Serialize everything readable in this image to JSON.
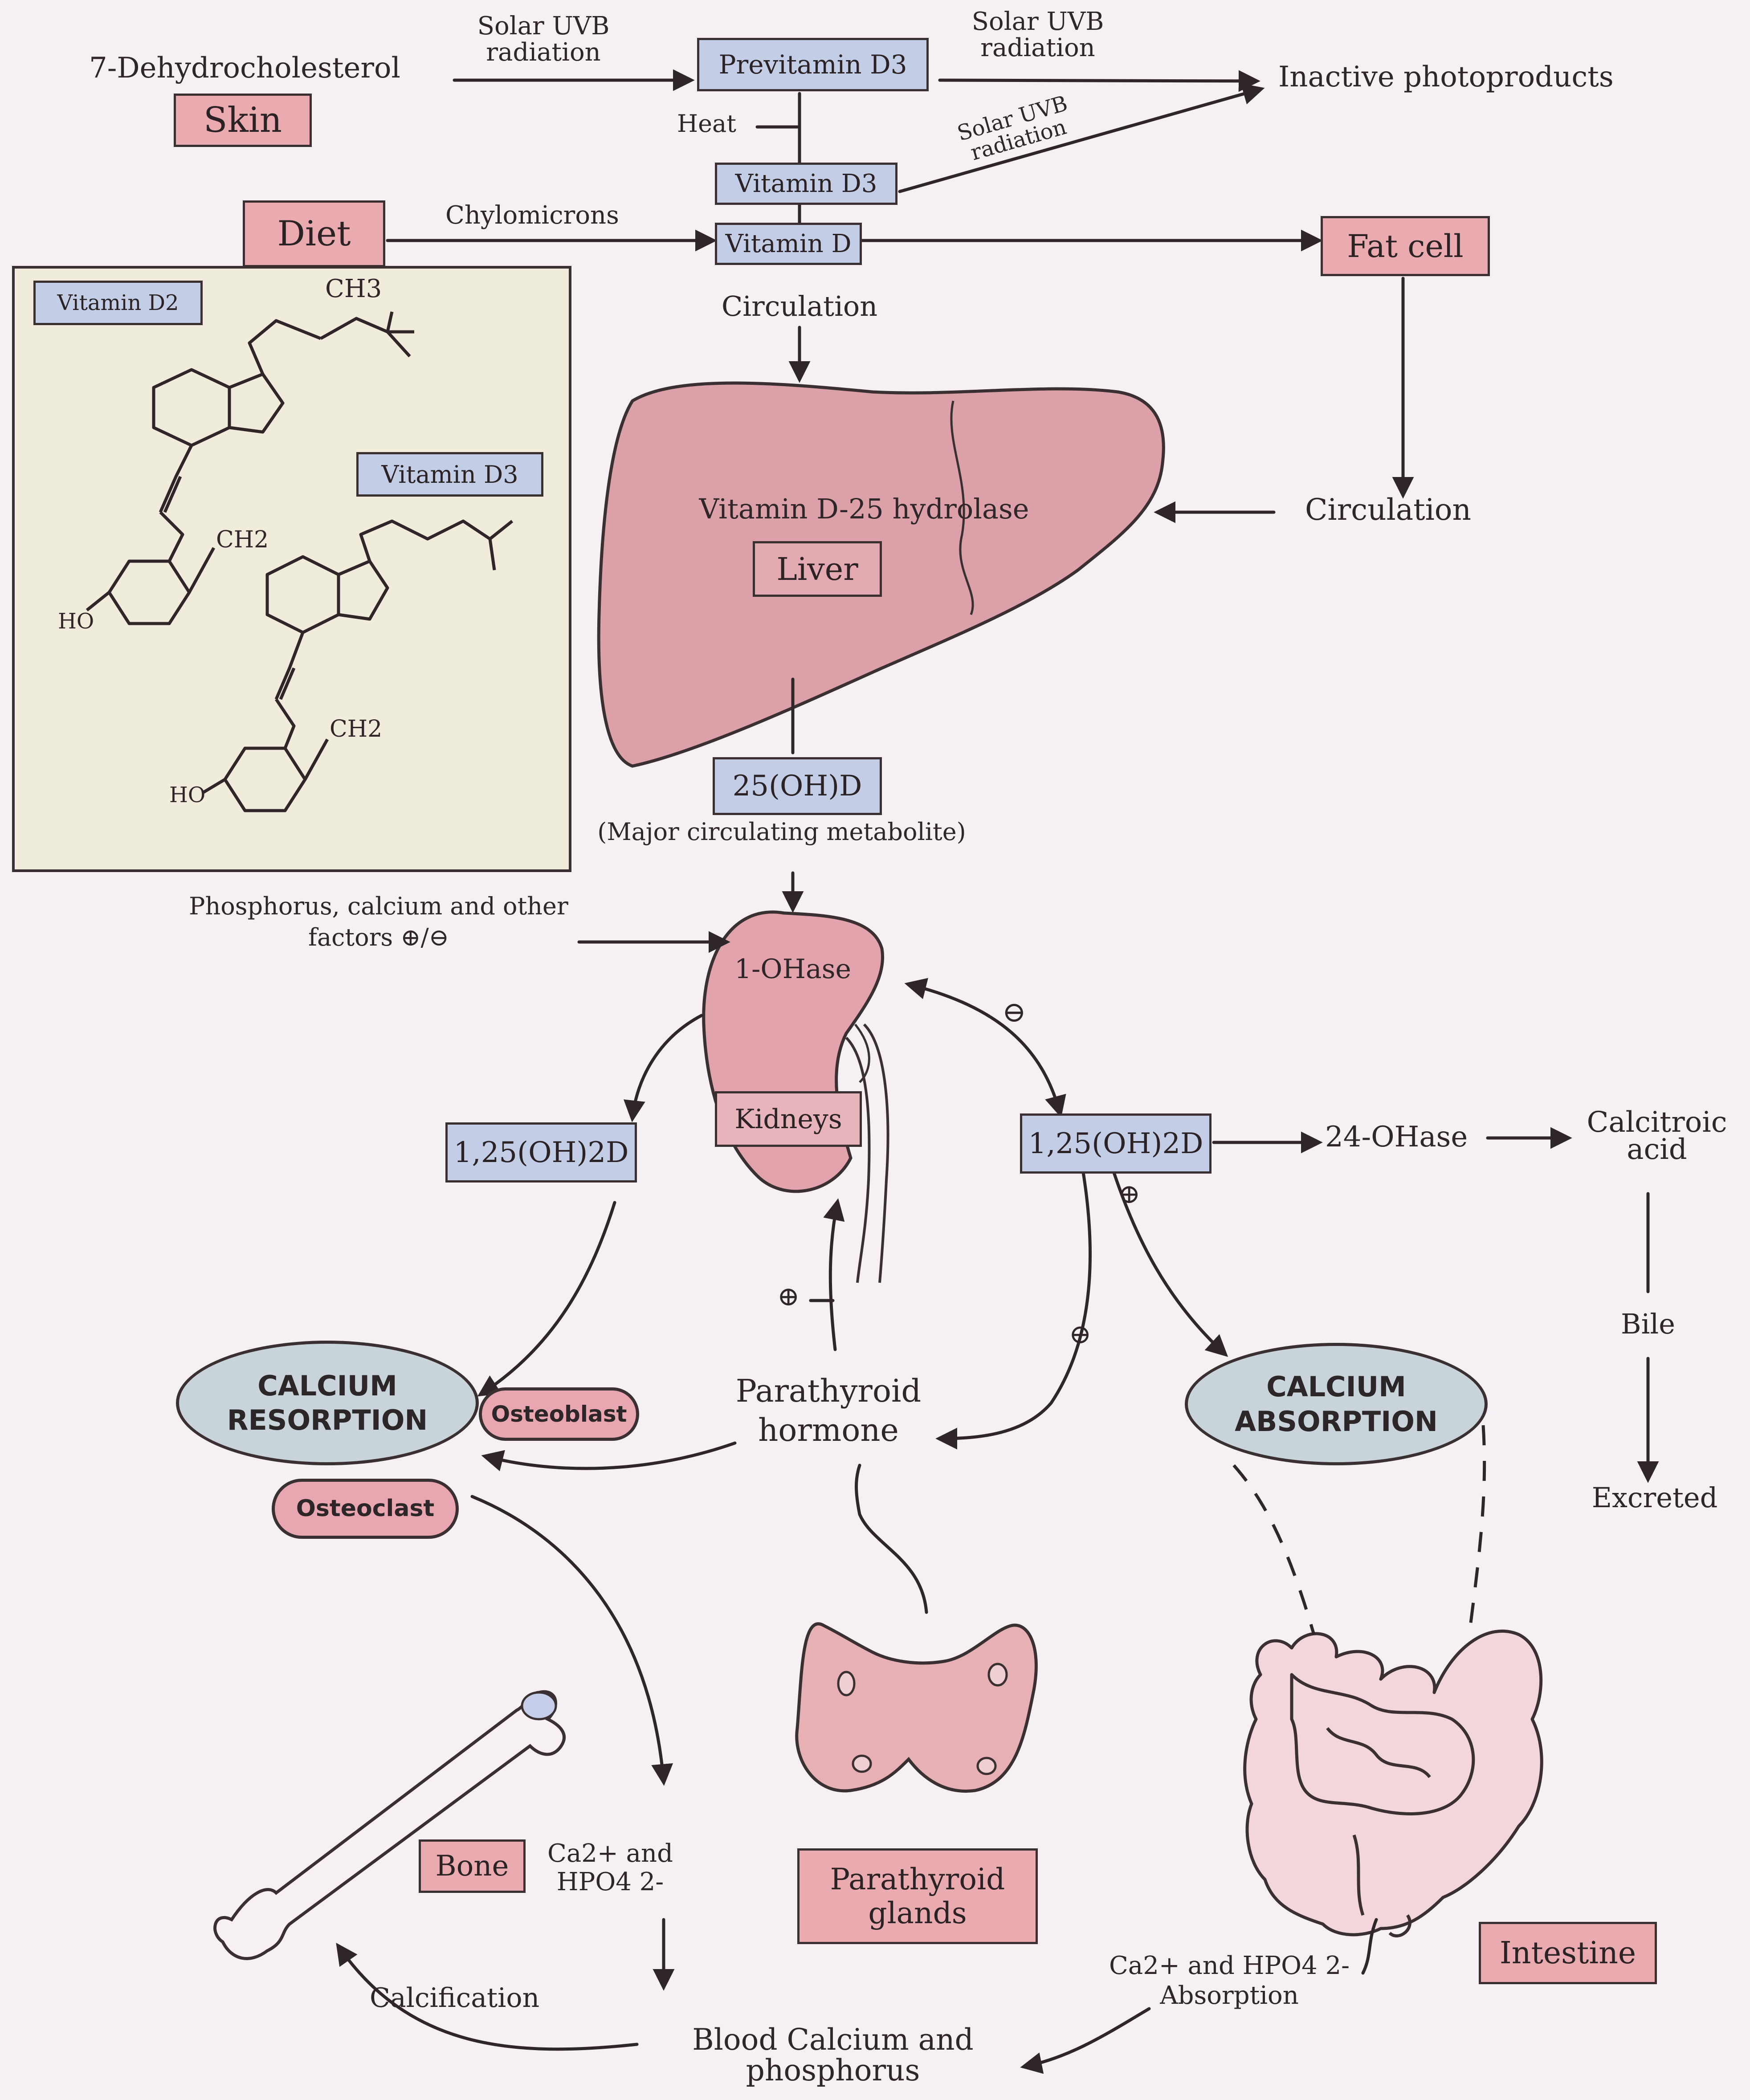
{
  "labels": {
    "dehydrocholesterol": "7-Dehydrocholesterol",
    "skin": "Skin",
    "solar_uvb_1": "Solar UVB radiation",
    "previtamin": "Previtamin D3",
    "solar_uvb_2": "Solar UVB radiation",
    "inactive": "Inactive photoproducts",
    "heat": "Heat",
    "solar_uvb_3": "Solar UVB radiation",
    "vitamin_d3": "Vitamin D3",
    "diet": "Diet",
    "chylomicrons": "Chylomicrons",
    "vitamin_d": "Vitamin D",
    "fat_cell": "Fat cell",
    "circulation_1": "Circulation",
    "inset_d2": "Vitamin D2",
    "inset_d3": "Vitamin D3",
    "ch3": "CH3",
    "ch2_a": "CH2",
    "ch2_b": "CH2",
    "ho_a": "HO",
    "ho_b": "HO",
    "liver_enzyme": "Vitamin D-25 hydrolase",
    "liver": "Liver",
    "circulation_2": "Circulation",
    "metabolite_25": "25(OH)D",
    "major_circulating": "(Major circulating metabolite)",
    "phosphorus_factors": "Phosphorus, calcium and other factors ⊕/⊖",
    "ohase_1": "1-OHase",
    "kidneys": "Kidneys",
    "metabolite_125_left": "1,25(OH)2D",
    "metabolite_125_right": "1,25(OH)2D",
    "ohase_24": "24-OHase",
    "calcitroic": "Calcitroic acid",
    "bile": "Bile",
    "excreted": "Excreted",
    "calcium_resorption": "CALCIUM RESORPTION",
    "osteoblast": "Osteoblast",
    "osteoclast": "Osteoclast",
    "pth": "Parathyroid hormone",
    "calcium_absorption": "CALCIUM ABSORPTION",
    "minus": "⊖",
    "plus": "⊕",
    "bone": "Bone",
    "ca_hpo4_bone": "Ca2+ and HPO4 2-",
    "parathyroid_glands": "Parathyroid glands",
    "intestine": "Intestine",
    "ca_hpo4_absorption": "Ca2+ and HPO4 2- Absorption",
    "calcification": "Calcification",
    "blood": "Blood Calcium and phosphorus"
  },
  "colors": {
    "organ_pink": "#e9aab0",
    "label_blue": "#c3cde6",
    "process_blue": "#c9d4da",
    "ink": "#3a3032",
    "background": "#f4f0f4",
    "inset_background": "#f0ecdc"
  }
}
